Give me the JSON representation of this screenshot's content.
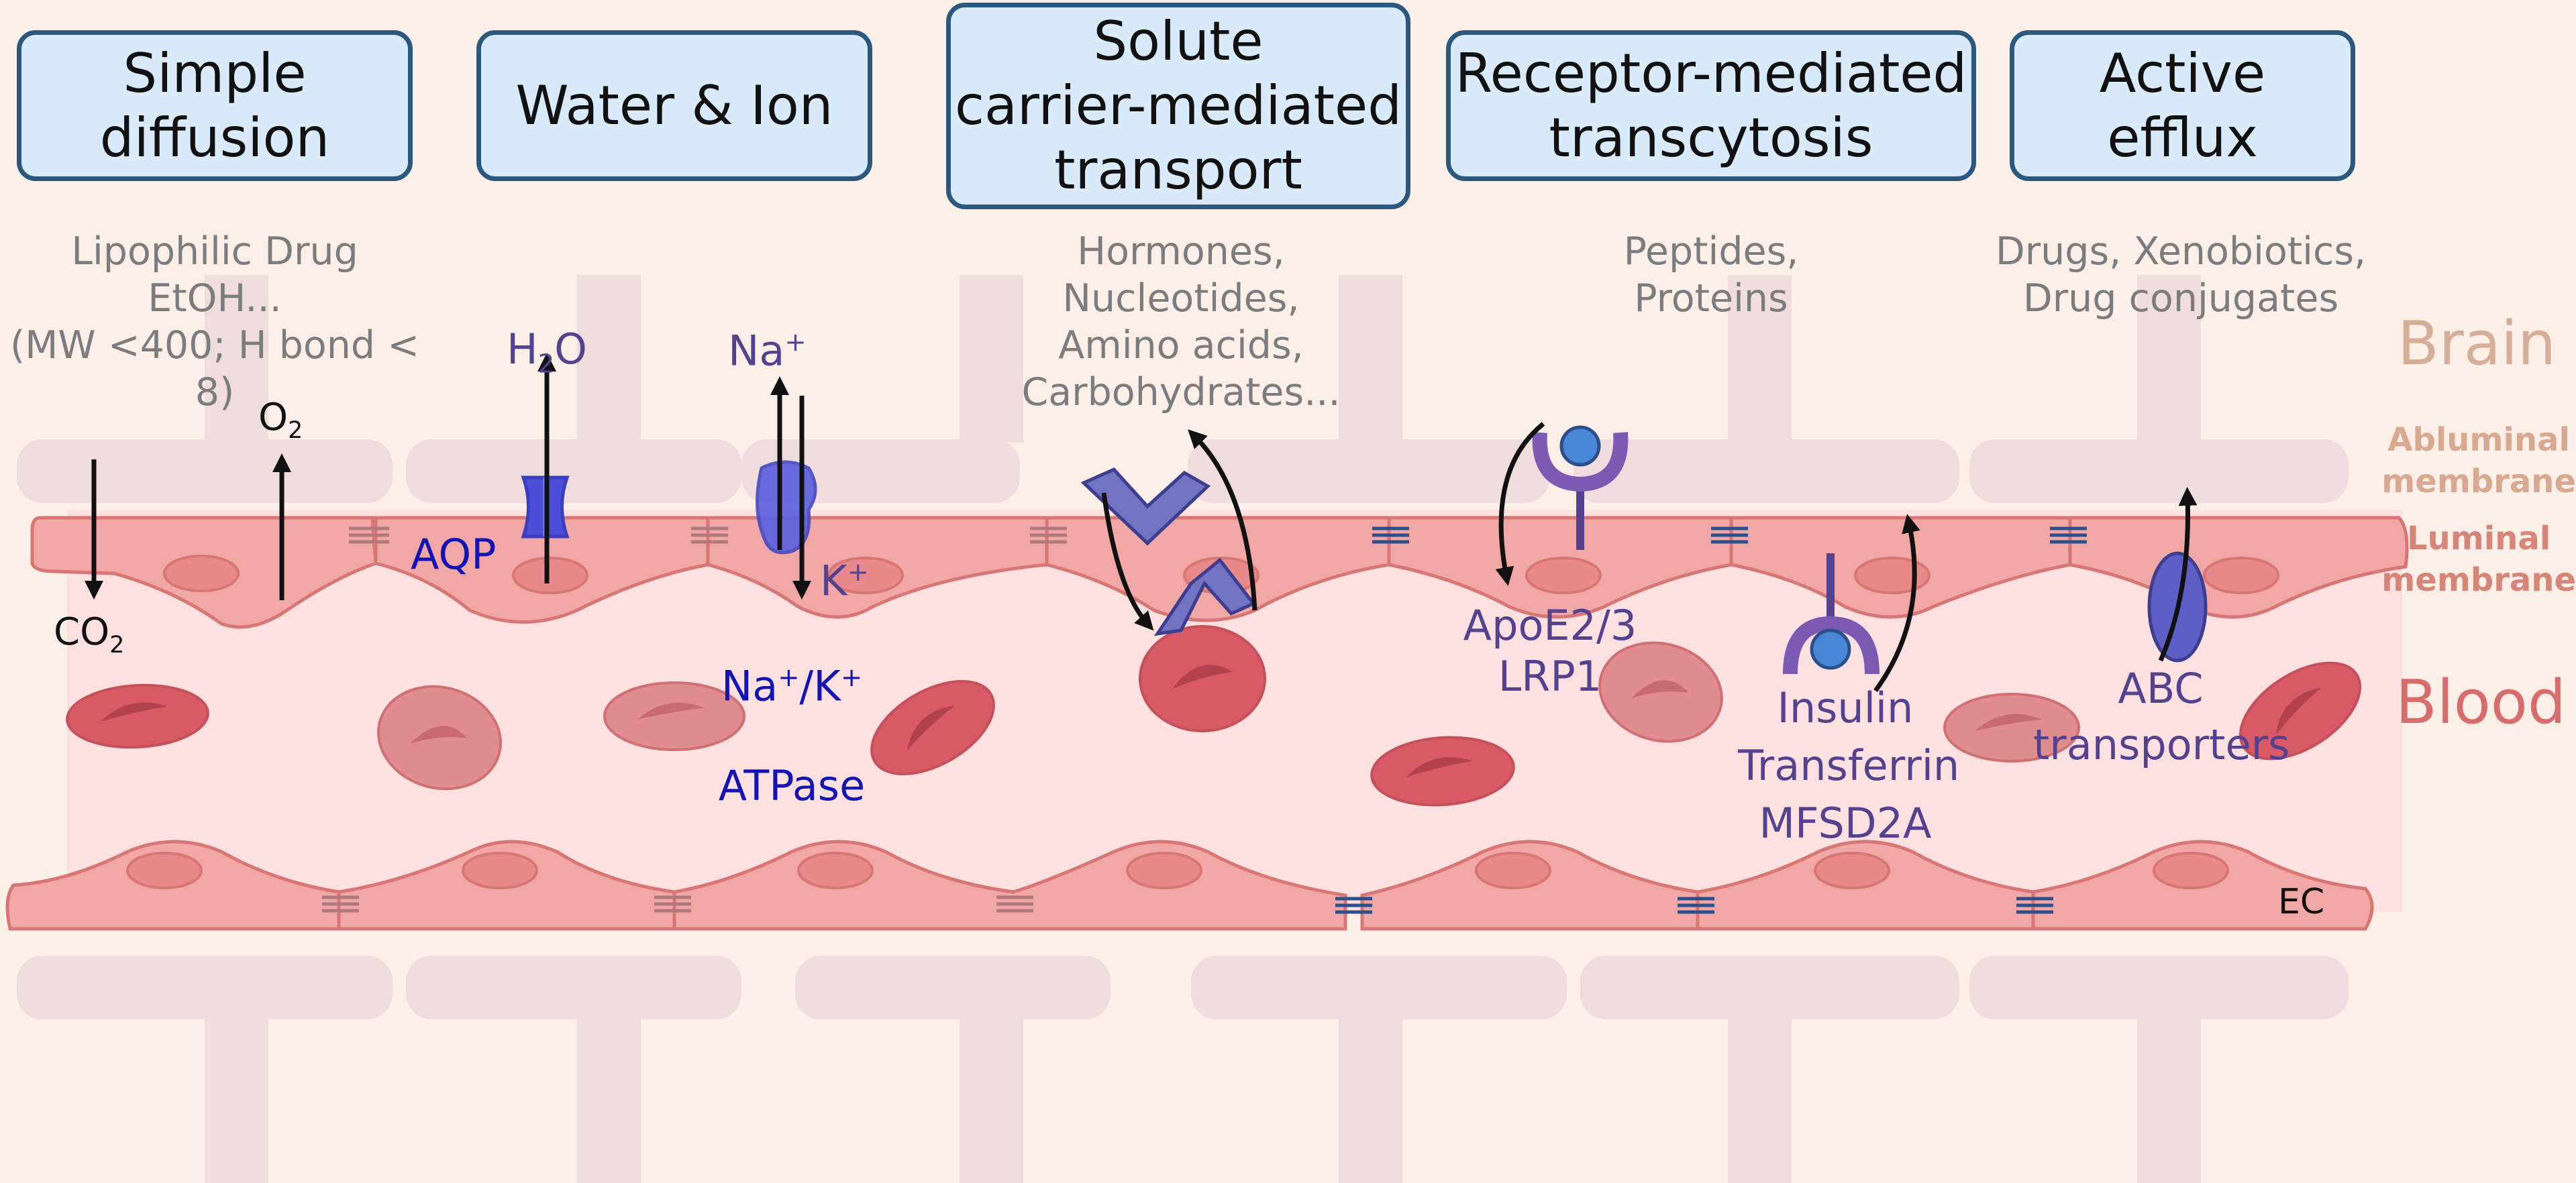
{
  "mechanisms": [
    {
      "label": "Simple\ndiffusion",
      "substrates": "Lipophilic Drug\nEtOH...\n(MW <400; H bond < 8)"
    },
    {
      "label": "Water & Ion",
      "substrates": ""
    },
    {
      "label": "Solute\ncarrier-mediated\ntransport",
      "substrates": "Hormones,\nNucleotides,\nAmino acids,\nCarbohydrates..."
    },
    {
      "label": "Receptor-mediated\ntranscytosis",
      "substrates": "Peptides,\nProteins"
    },
    {
      "label": "Active\nefflux",
      "substrates": "Drugs, Xenobiotics,\nDrug conjugates"
    }
  ],
  "molecules": {
    "o2": "O",
    "o2_sub": "2",
    "co2": "CO",
    "co2_sub": "2",
    "h2o_h": "H",
    "h2o_sub": "2",
    "h2o_o": "O",
    "na": "Na",
    "na_sup": "+",
    "k": "K",
    "k_sup": "+"
  },
  "transporters": {
    "aqp": "AQP",
    "atpase_na": "Na",
    "atpase_plus": "+",
    "atpase_k": "/K",
    "atpase_plus2": "+",
    "atpase_name": "ATPase",
    "apoe": "ApoE2/3\nLRP1",
    "insulin": "Insulin\nTransferrin\nMFSD2A",
    "abc": "ABC\ntransporters"
  },
  "regions": {
    "brain": "Brain",
    "abluminal": "Abluminal\nmembrane",
    "luminal": "Luminal\nmembrane",
    "blood": "Blood",
    "ec": "EC"
  },
  "colors": {
    "background": "#fcefe8",
    "box_fill": "#d9ebfa",
    "box_border": "#2b587f",
    "blood_band": "#fde1e1",
    "endothelial_cell": "#f2a7a7",
    "cell_border": "#d87575",
    "astrocyte": "#efdcdc",
    "rbc": "#db6a72",
    "transporter_purple": "#6b5aa8",
    "ion_blue": "#1414b4",
    "brain_label": "#d6ae98",
    "membrane_label": "#d58679",
    "blood_label": "#d66c6c"
  }
}
